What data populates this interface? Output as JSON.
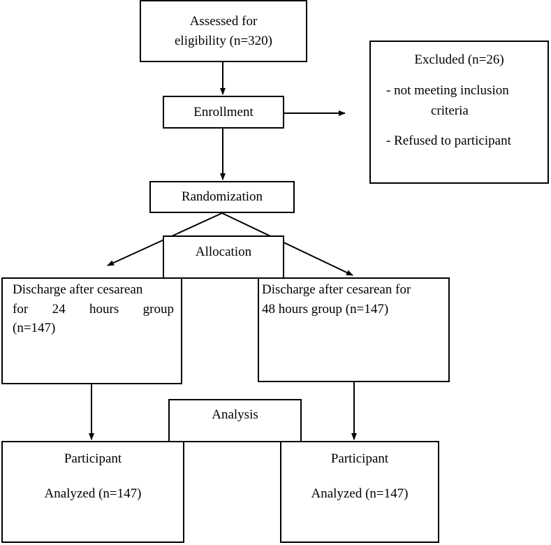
{
  "flowchart": {
    "assessed": {
      "line1": "Assessed for",
      "line2": "eligibility (n=320)"
    },
    "enrollment": {
      "label": "Enrollment"
    },
    "excluded": {
      "title": "Excluded (n=26)",
      "reason_1_line1": "- not meeting inclusion",
      "reason_1_line2": "criteria",
      "reason_2": "- Refused to participant"
    },
    "randomization": {
      "label": "Randomization"
    },
    "allocation": {
      "label": "Allocation"
    },
    "group_24h": {
      "line1": "Discharge after cesarean",
      "line2": "for 24 hours group",
      "line3": "(n=147)"
    },
    "group_48h": {
      "line1": "Discharge after cesarean for",
      "line2": "48 hours group (n=147)"
    },
    "analysis": {
      "label": "Analysis"
    },
    "analyzed_left": {
      "title": "Participant",
      "count": "Analyzed (n=147)"
    },
    "analyzed_right": {
      "title": "Participant",
      "count": "Analyzed (n=147)"
    }
  }
}
